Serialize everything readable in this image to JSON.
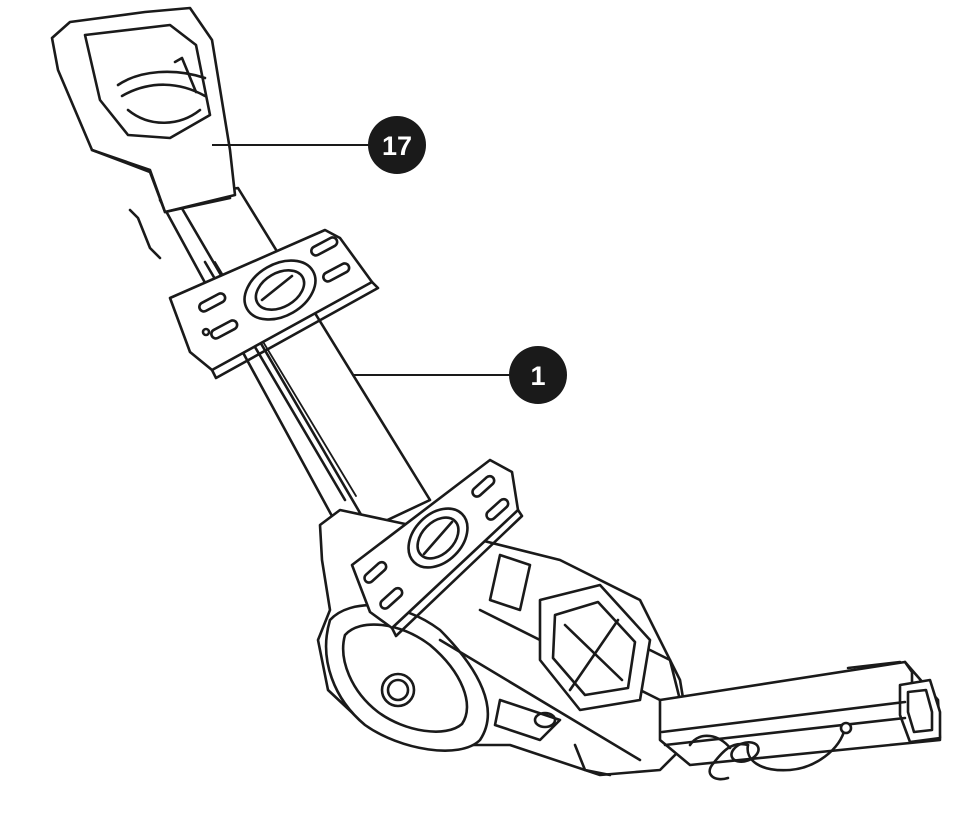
{
  "callouts": [
    {
      "id": "part-17",
      "label": "17"
    },
    {
      "id": "part-1",
      "label": "1"
    }
  ],
  "colors": {
    "ink": "#1a1a1a",
    "background": "#ffffff",
    "callout_fill": "#1a1a1a",
    "callout_text": "#ffffff"
  },
  "parts": [
    {
      "name": "handle-grip"
    },
    {
      "name": "main-mast-tube"
    },
    {
      "name": "upper-clamp-plate"
    },
    {
      "name": "lower-clamp-plate"
    },
    {
      "name": "pivot-bracket"
    },
    {
      "name": "hitch-bar"
    },
    {
      "name": "safety-pin-clip"
    }
  ]
}
